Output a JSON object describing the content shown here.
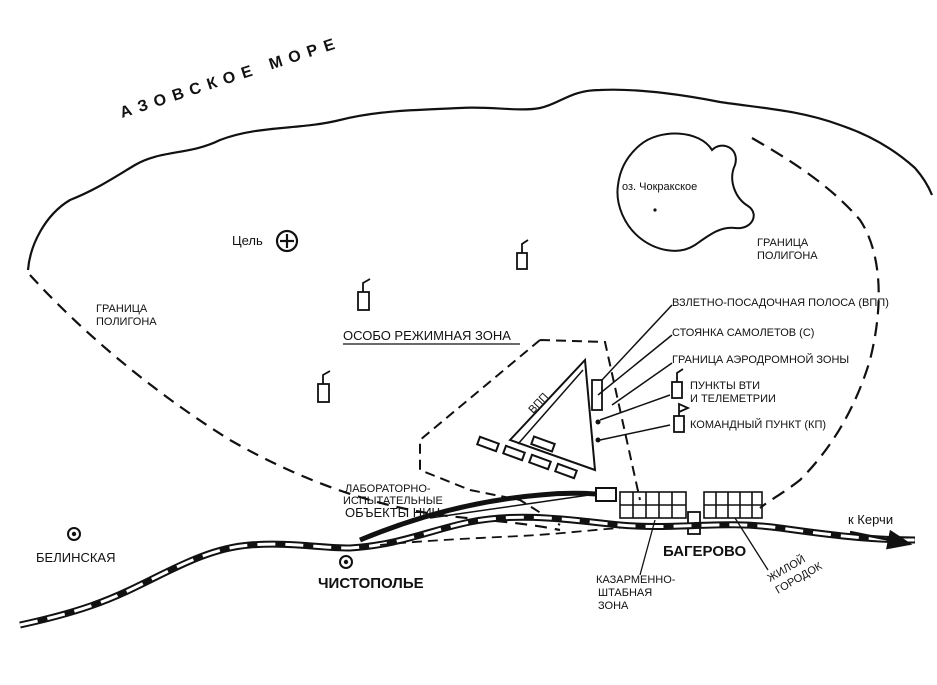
{
  "sea_label": "АЗОВСКОЕ МОРЕ",
  "lake_label": "оз. Чокракское",
  "target_label": "Цель",
  "boundary_left": [
    "ГРАНИЦА",
    "ПОЛИГОНА"
  ],
  "boundary_right": [
    "ГРАНИЦА",
    "ПОЛИГОНА"
  ],
  "special_zone_label": "ОСОБО РЕЖИМНАЯ ЗОНА",
  "runway_short": "ВПП",
  "legend": {
    "runway": "ВЗЛЕТНО-ПОСАДОЧНАЯ ПОЛОСА (ВПП)",
    "parking": "СТОЯНКА САМОЛЕТОВ (С)",
    "airfield_boundary": "ГРАНИЦА АЭРОДРОМНОЙ ЗОНЫ",
    "vti_line1": "ПУНКТЫ ВТИ",
    "vti_line2": "И ТЕЛЕМЕТРИИ",
    "command": "КОМАНДНЫЙ ПУНКТ (КП)"
  },
  "lab_objects": [
    "ЛАБОРАТОРНО-",
    "ИСПЫТАТЕЛЬНЫЕ",
    "ОБЪЕКТЫ НИЧ"
  ],
  "towns": {
    "belinskaya": "БЕЛИНСКАЯ",
    "chistopolye": "ЧИСТОПОЛЬЕ",
    "bagerovo": "БАГЕРОВО"
  },
  "barracks_zone": [
    "КАЗАРМЕННО-",
    "ШТАБНАЯ",
    "ЗОНА"
  ],
  "residential": [
    "ЖИЛОЙ",
    "ГОРОДОК"
  ],
  "to_kerch": "к Керчи",
  "colors": {
    "ink": "#111111",
    "paper": "#ffffff"
  }
}
